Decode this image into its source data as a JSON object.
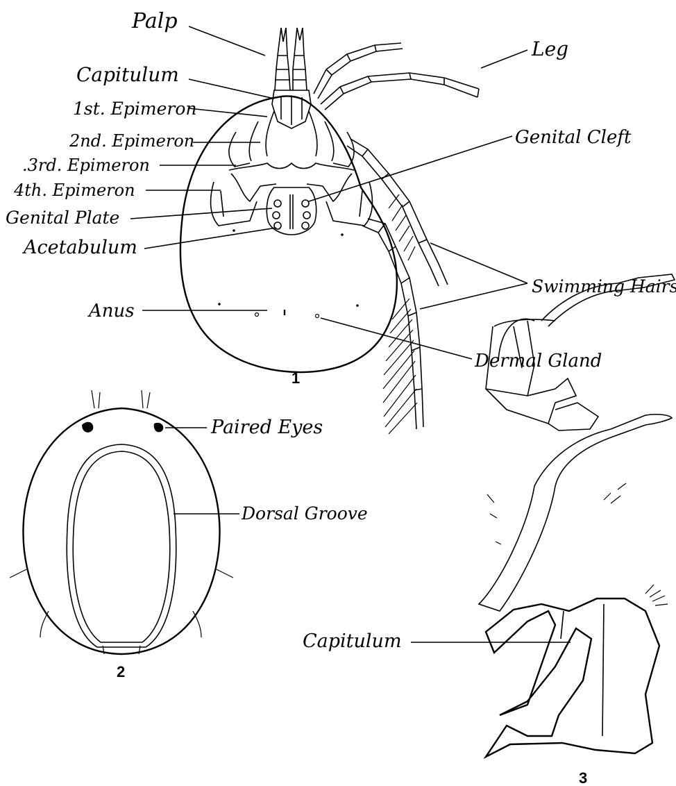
{
  "figure1": {
    "number": "1",
    "labels": {
      "palp": "Palp",
      "capitulum": "Capitulum",
      "epimeron1": "1st. Epimeron",
      "epimeron2": "2nd. Epimeron",
      "epimeron3": ".3rd. Epimeron",
      "epimeron4": "4th. Epimeron",
      "genital_plate": "Genital Plate",
      "acetabulum": "Acetabulum",
      "anus": "Anus",
      "leg": "Leg",
      "genital_cleft": "Genital Cleft",
      "swimming_hairs": "Swimming Hairs",
      "dermal_gland": "Dermal Gland"
    }
  },
  "figure2": {
    "number": "2",
    "labels": {
      "paired_eyes": "Paired Eyes",
      "dorsal_groove": "Dorsal Groove"
    }
  },
  "figure3": {
    "number": "3",
    "labels": {
      "capitulum": "Capitulum"
    }
  }
}
